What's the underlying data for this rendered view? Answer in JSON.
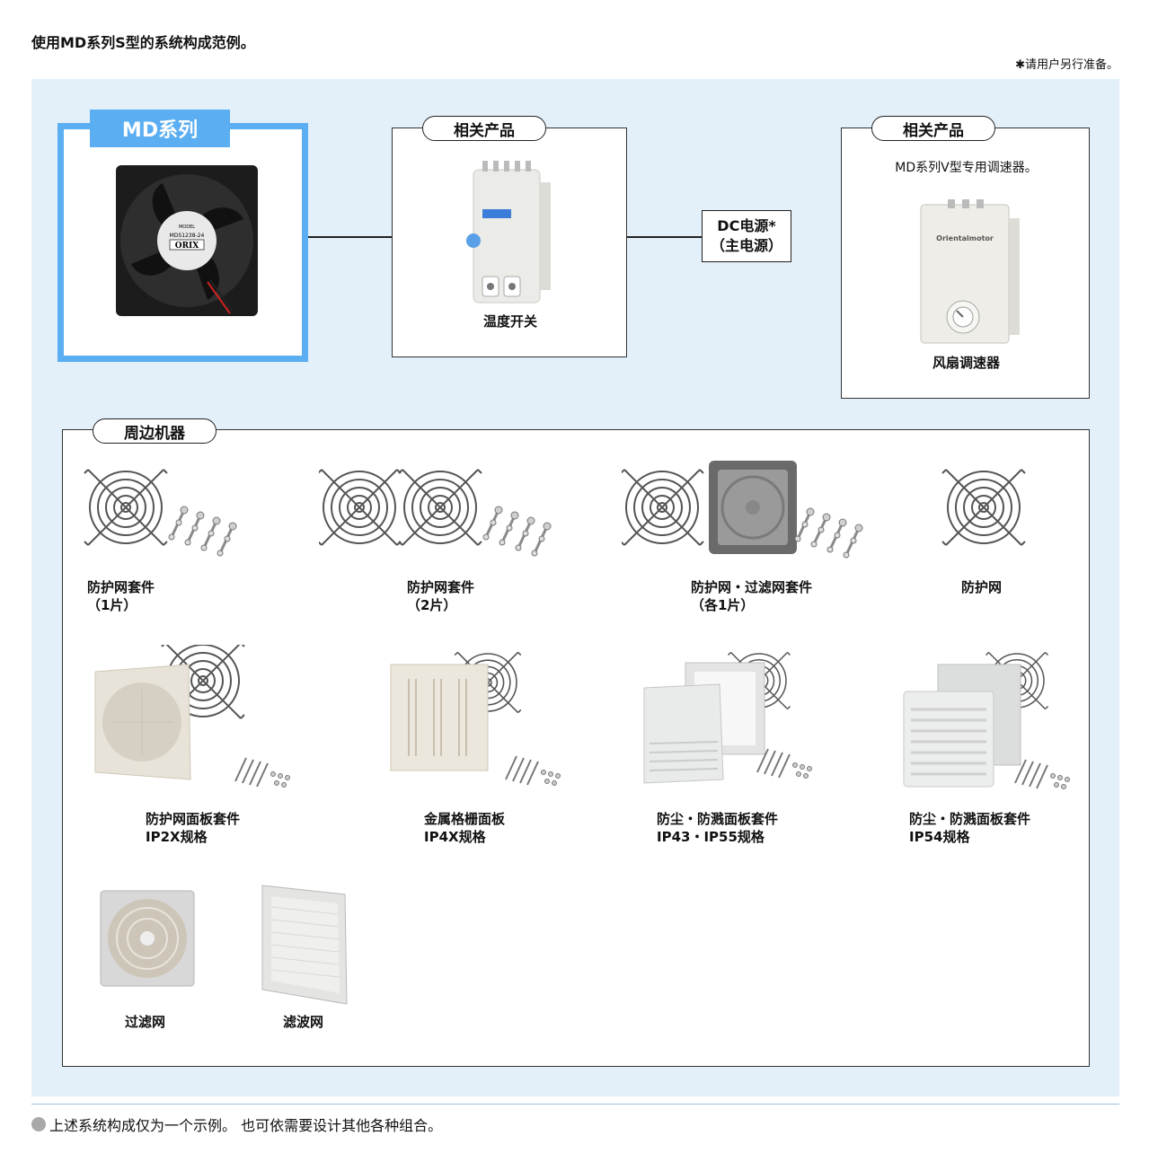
{
  "title": "使用MD系列S型的系统构成范例。",
  "note_top": "✱请用户另行准备。",
  "md_series": {
    "label": "MD系列",
    "fan_model": "MDS1238-24",
    "fan_brand": "ORIX"
  },
  "related1": {
    "tag": "相关产品",
    "product": "温度开关"
  },
  "dc": {
    "line1": "DC电源*",
    "line2": "（主电源）"
  },
  "related2": {
    "tag": "相关产品",
    "desc": "MD系列V型专用调速器。",
    "product": "风扇调速器",
    "brand": "Orientalmotor"
  },
  "peripheral": {
    "tag": "周边机器",
    "items": [
      {
        "l1": "防护网套件",
        "l2": "（1片）"
      },
      {
        "l1": "防护网套件",
        "l2": "（2片）"
      },
      {
        "l1": "防护网・过滤网套件",
        "l2": "（各1片）"
      },
      {
        "l1": "防护网",
        "l2": ""
      },
      {
        "l1": "防护网面板套件",
        "l2": "IP2X规格"
      },
      {
        "l1": "金属格栅面板",
        "l2": "IP4X规格"
      },
      {
        "l1": "防尘・防溅面板套件",
        "l2": "IP43・IP55规格"
      },
      {
        "l1": "防尘・防溅面板套件",
        "l2": "IP54规格"
      },
      {
        "l1": "过滤网",
        "l2": ""
      },
      {
        "l1": "滤波网",
        "l2": ""
      }
    ]
  },
  "footer": "上述系统构成仅为一个示例。 也可依需要设计其他各种组合。",
  "colors": {
    "accent": "#5aaef1",
    "panel_bg": "#e3eff9"
  }
}
